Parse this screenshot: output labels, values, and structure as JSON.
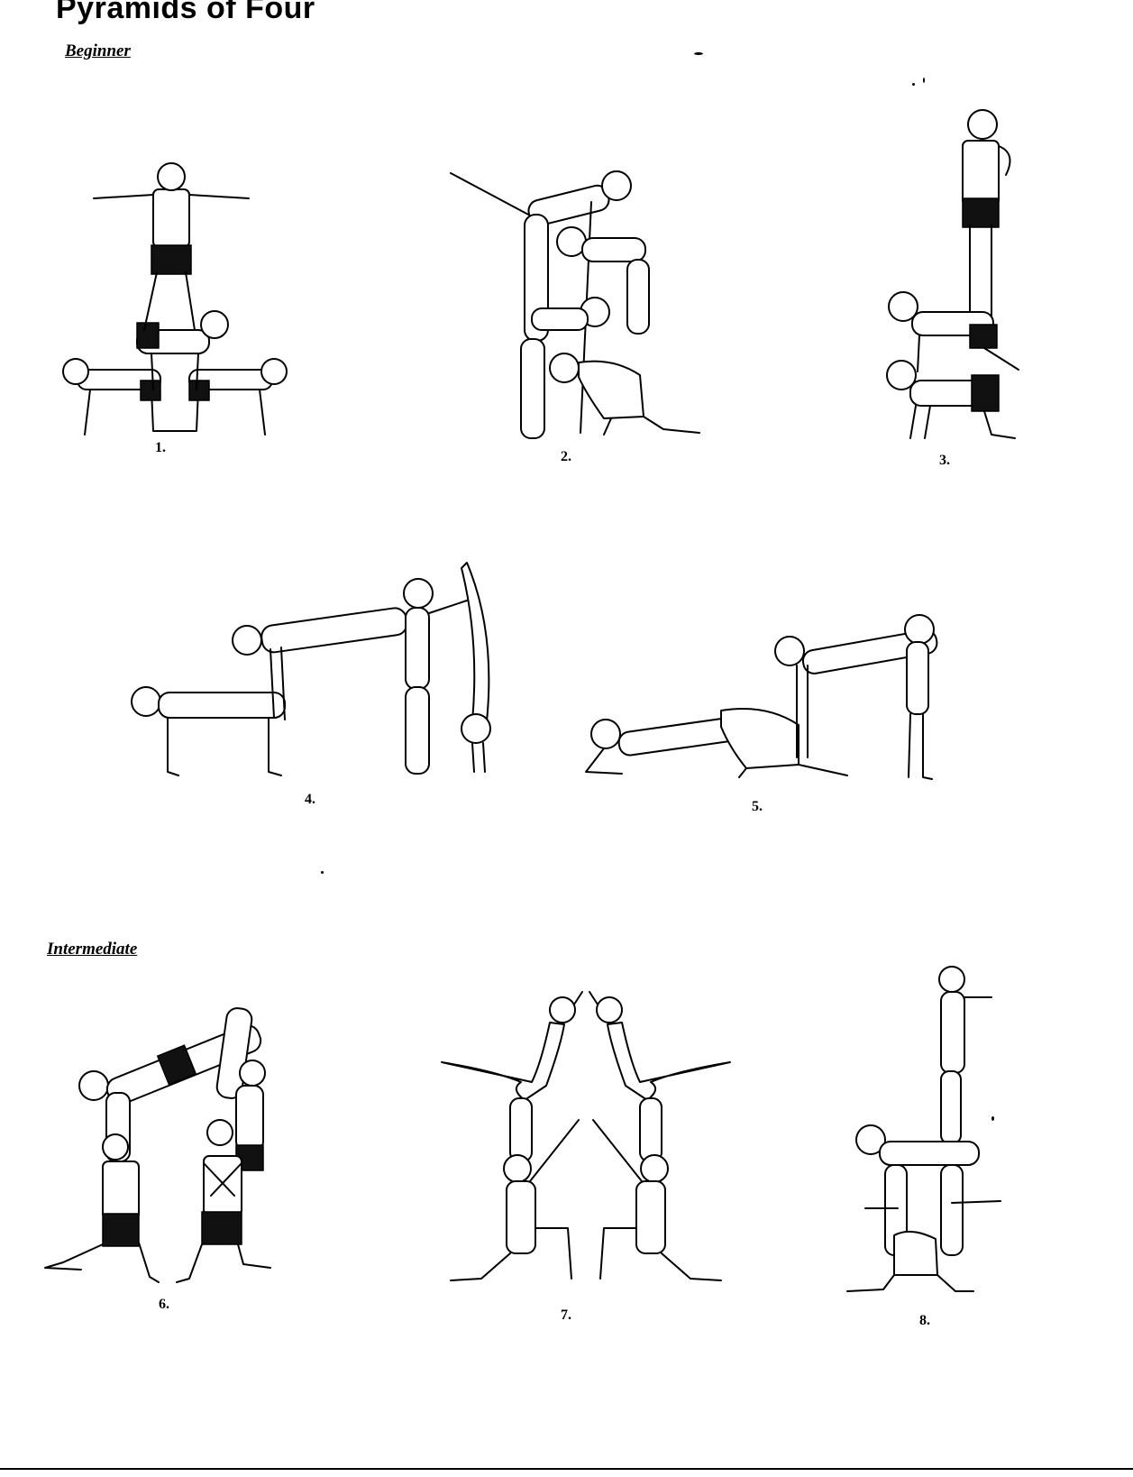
{
  "page": {
    "title": "Pyramids of Four"
  },
  "sections": {
    "beginner": "Beginner",
    "intermediate": "Intermediate"
  },
  "figures": [
    {
      "number": "1."
    },
    {
      "number": "2."
    },
    {
      "number": "3."
    },
    {
      "number": "4."
    },
    {
      "number": "5."
    },
    {
      "number": "6."
    },
    {
      "number": "7."
    },
    {
      "number": "8."
    }
  ]
}
